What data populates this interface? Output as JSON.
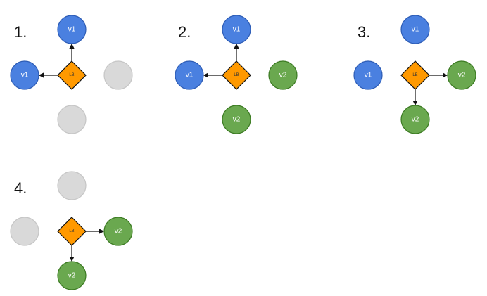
{
  "colors": {
    "v1": "#4a80e0",
    "v1_stroke": "#2d5cb5",
    "v2": "#6aa84f",
    "v2_stroke": "#3b7a22",
    "empty": "#d9d9d9",
    "empty_stroke": "#c6c6c6",
    "lb": "#ff9900",
    "lb_stroke": "#111111"
  },
  "lb_label": "LB",
  "panels": [
    {
      "label": "1.",
      "nodes": {
        "top": "v1",
        "left": "v1",
        "right": "",
        "bottom": ""
      },
      "arrows_to": [
        "top",
        "left"
      ]
    },
    {
      "label": "2.",
      "nodes": {
        "top": "v1",
        "left": "v1",
        "right": "v2",
        "bottom": "v2"
      },
      "arrows_to": [
        "top",
        "left"
      ]
    },
    {
      "label": "3.",
      "nodes": {
        "top": "v1",
        "left": "v1",
        "right": "v2",
        "bottom": "v2"
      },
      "arrows_to": [
        "right",
        "bottom"
      ]
    },
    {
      "label": "4.",
      "nodes": {
        "top": "",
        "left": "",
        "right": "v2",
        "bottom": "v2"
      },
      "arrows_to": [
        "right",
        "bottom"
      ]
    }
  ]
}
